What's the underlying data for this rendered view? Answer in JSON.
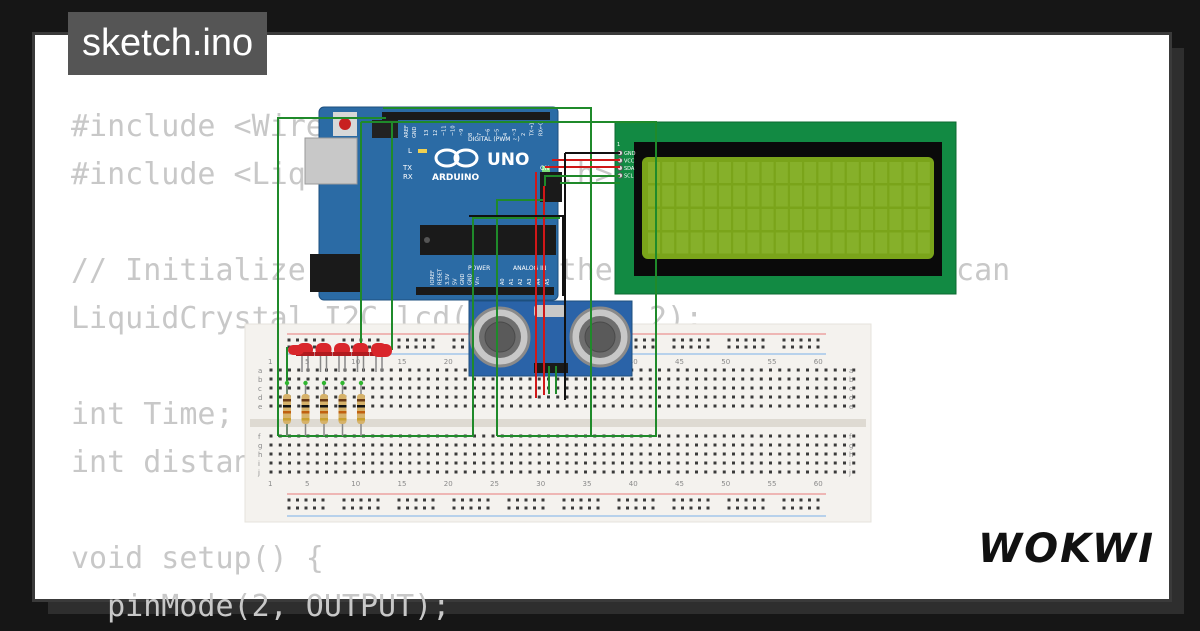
{
  "header": {
    "filename": "sketch.ino"
  },
  "brand": {
    "name": "WOKWI"
  },
  "code_lines": [
    "#include <Wire.h>",
    "#include <LiquidCrystal_I2C.h>",
    "",
    "// Initialize the LCD with the I2C address (this can",
    "LiquidCrystal_I2C lcd(0x27, 16, 2);",
    "",
    "int Time;",
    "int distance;",
    "",
    "void setup() {",
    "  pinMode(2, OUTPUT);"
  ],
  "arduino": {
    "board_label": "UNO",
    "brand_label": "ARDUINO",
    "digital_label": "DIGITAL (PWM ~)",
    "power_label": "POWER",
    "analog_label": "ANALOG IN",
    "on_label": "ON",
    "l_label": "L",
    "tx_label": "TX",
    "rx_label": "RX",
    "aref_label": "AREF",
    "gnd_label": "GND",
    "digital_pins": [
      "13",
      "12",
      "~11",
      "~10",
      "~9",
      "8",
      "7",
      "~6",
      "~5",
      "4",
      "~3",
      "2",
      "TX→1",
      "RX←0"
    ],
    "power_pins": [
      "IOREF",
      "RESET",
      "3.3V",
      "5V",
      "GND",
      "GND",
      "Vin"
    ],
    "analog_pins": [
      "A0",
      "A1",
      "A2",
      "A3",
      "A4",
      "A5"
    ]
  },
  "lcd": {
    "pins": [
      "GND",
      "VCC",
      "SDA",
      "SCL"
    ],
    "pin1_label": "1"
  },
  "breadboard": {
    "columns": [
      "1",
      "5",
      "10",
      "15",
      "20",
      "25",
      "30",
      "35",
      "40",
      "45",
      "50",
      "55",
      "60"
    ],
    "rows_top": [
      "a",
      "b",
      "c",
      "d",
      "e"
    ],
    "rows_bottom": [
      "f",
      "g",
      "h",
      "i",
      "j"
    ]
  },
  "leds": {
    "count": 5,
    "color": "#d9262b"
  },
  "colors": {
    "board": "#2b6ba5",
    "lcd_pcb": "#128a43",
    "lcd_screen": "#7aa41a",
    "wire_green": "#1f8a2a",
    "wire_red": "#d01818",
    "wire_black": "#111111"
  }
}
